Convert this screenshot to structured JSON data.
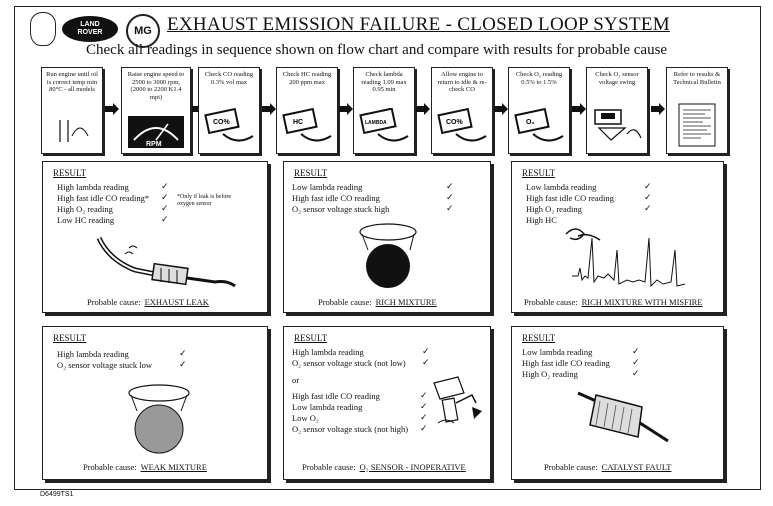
{
  "header": {
    "title": "EXHAUST EMISSION FAILURE - CLOSED LOOP SYSTEM",
    "subtitle": "Check all readings in sequence shown on flow chart and compare with results for probable cause",
    "logos": {
      "land_rover": [
        "LAND",
        "ROVER"
      ],
      "mg": "MG"
    }
  },
  "steps": [
    {
      "text": "Run engine until oil is correct temp min 80°C - all models"
    },
    {
      "text": "Raise engine speed to 2500 to 3000 rpm, (2000 to 2200 K1.4 mpi)",
      "display": "RPM"
    },
    {
      "text": "Check CO reading 0.3% vol max",
      "display": "CO%"
    },
    {
      "text": "Check HC reading 200 ppm max",
      "display": "HC"
    },
    {
      "text": "Check lambda reading 1.09 max 0.95 min",
      "display": "LAMBDA"
    },
    {
      "text": "Allow engine to return to idle & re-check CO",
      "display": "CO%"
    },
    {
      "text": "Check O₂ reading 0.5% to 1.5%",
      "display": "O₂"
    },
    {
      "text": "Check O₂ sensor voltage swing"
    },
    {
      "text": "Refer to results & Technical Bulletin"
    }
  ],
  "results": [
    {
      "label": "RESULT",
      "lines": [
        "High lambda reading",
        "High fast idle CO reading*",
        "High O₂ reading",
        "Low HC reading"
      ],
      "note": "*Only if leak is before oxygen sensor",
      "cause_label": "Probable cause:",
      "cause": "EXHAUST LEAK"
    },
    {
      "label": "RESULT",
      "lines": [
        "Low lambda reading",
        "High fast idle CO reading",
        "O₂ sensor voltage stuck high"
      ],
      "cause_label": "Probable cause:",
      "cause": "RICH MIXTURE"
    },
    {
      "label": "RESULT",
      "lines": [
        "Low lambda reading",
        "High fast idle CO reading",
        "High O₂ reading",
        "High HC"
      ],
      "cause_label": "Probable cause:",
      "cause": "RICH MIXTURE WITH MISFIRE"
    },
    {
      "label": "RESULT",
      "lines": [
        "High lambda reading",
        "O₂ sensor voltage stuck low"
      ],
      "cause_label": "Probable cause:",
      "cause": "WEAK MIXTURE"
    },
    {
      "label": "RESULT",
      "lines": [
        "High lambda reading",
        "O₂ sensor voltage stuck (not low)"
      ],
      "or": "or",
      "lines2": [
        "High fast idle CO reading",
        "Low lambda reading",
        "Low O₂",
        "O₂ sensor voltage stuck (not high)"
      ],
      "cause_label": "Probable cause:",
      "cause": "O₂ SENSOR - INOPERATIVE"
    },
    {
      "label": "RESULT",
      "lines": [
        "Low lambda reading",
        "High fast idle CO reading",
        "High O₂ reading"
      ],
      "cause_label": "Probable cause:",
      "cause": "CATALYST FAULT"
    }
  ],
  "tick_symbol": "✓",
  "footer_code": "D6499TS1",
  "colors": {
    "ink": "#111111",
    "paper": "#ffffff"
  }
}
